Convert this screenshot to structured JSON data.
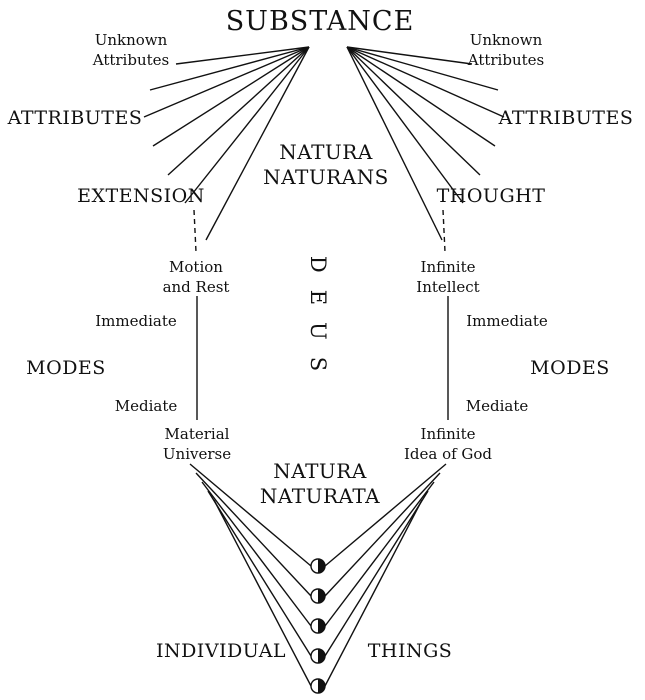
{
  "diagram": {
    "substance": "SUBSTANCE",
    "unknown_attributes_left": "Unknown\nAttributes",
    "unknown_attributes_right": "Unknown\nAttributes",
    "attributes_left": "ATTRIBUTES",
    "attributes_right": "ATTRIBUTES",
    "natura_naturans": "NATURA\nNATURANS",
    "extension": "EXTENSION",
    "thought": "THOUGHT",
    "motion_and_rest": "Motion\nand Rest",
    "infinite_intellect": "Infinite\nIntellect",
    "deus": "DEUS",
    "immediate_left": "Immediate",
    "immediate_right": "Immediate",
    "modes_left": "MODES",
    "modes_right": "MODES",
    "mediate_left": "Mediate",
    "mediate_right": "Mediate",
    "material_universe": "Material\nUniverse",
    "infinite_idea_of_god": "Infinite\nIdea of God",
    "natura_naturata": "NATURA\nNATURATA",
    "individual": "INDIVIDUAL",
    "things": "THINGS",
    "colors": {
      "ink": "#111111",
      "background": "#ffffff"
    }
  }
}
